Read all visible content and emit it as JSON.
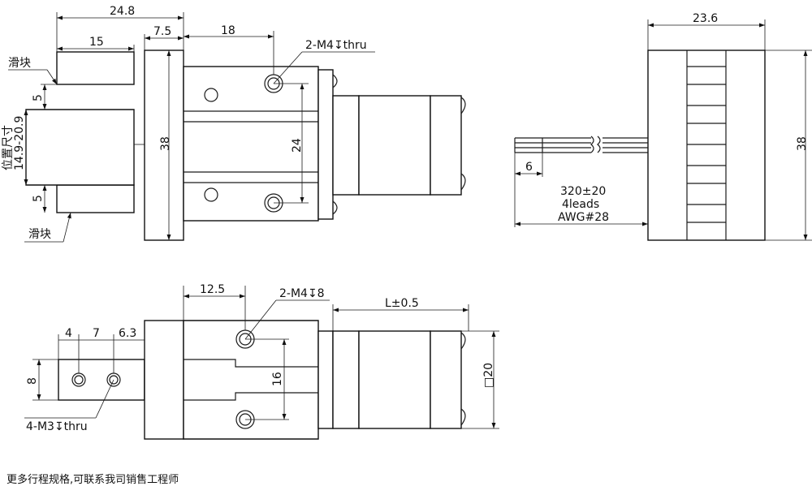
{
  "top_view": {
    "dim_overall_width": "24.8",
    "dim_flange": "7.5",
    "dim_slider_len": "15",
    "dim_hole_pos": "18",
    "label_holes": "2-M4↧thru",
    "label_slider_top": "滑块",
    "label_slider_bottom": "滑块",
    "dim_slider_gap_top": "5",
    "dim_slider_gap_bottom": "5",
    "label_position_size": "位置尺寸",
    "label_position_range": "14.9-20.9",
    "dim_height": "38",
    "dim_hole_spacing": "24"
  },
  "side_view": {
    "dim_width": "23.6",
    "dim_height": "38",
    "dim_lead": "6",
    "lead_length": "320±20",
    "lead_count": "4leads",
    "lead_gauge": "AWG#28"
  },
  "front_view": {
    "dim_hole_pos": "12.5",
    "label_holes": "2-M4↧8",
    "dim_motor_len": "L±0.5",
    "dim_a": "4",
    "dim_b": "7",
    "dim_c": "6.3",
    "dim_jaw_height": "8",
    "dim_hole_spacing": "16",
    "dim_motor_square": "□20",
    "label_jaw_holes": "4-M3↧thru"
  },
  "footer_note": "更多行程规格,可联系我司销售工程师"
}
